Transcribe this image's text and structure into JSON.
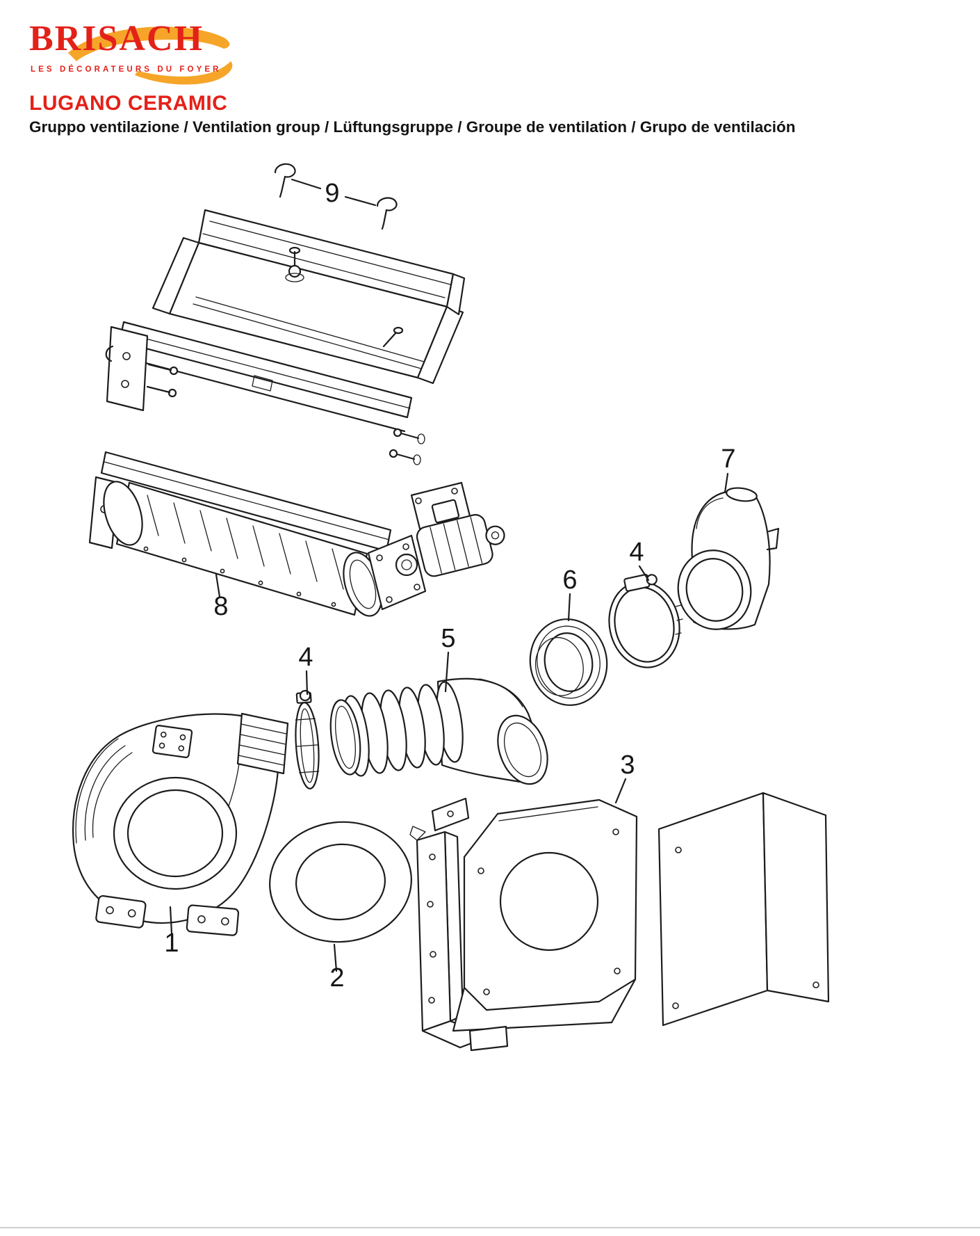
{
  "brand": {
    "logo_text": "BRISACH",
    "tagline": "LES DÉCORATEURS DU FOYER",
    "red": "#e32119",
    "orange": "#f6a01e"
  },
  "header": {
    "title": "LUGANO CERAMIC",
    "subtitle": "Gruppo ventilazione / Ventilation group / Lüftungsgruppe / Groupe de ventilation / Grupo de ventilación"
  },
  "diagram": {
    "line_color": "#1c1c1c",
    "callouts": [
      {
        "label": "9"
      },
      {
        "label": "7"
      },
      {
        "label": "4"
      },
      {
        "label": "6"
      },
      {
        "label": "8"
      },
      {
        "label": "5"
      },
      {
        "label": "4"
      },
      {
        "label": "1"
      },
      {
        "label": "2"
      },
      {
        "label": "3"
      }
    ]
  }
}
